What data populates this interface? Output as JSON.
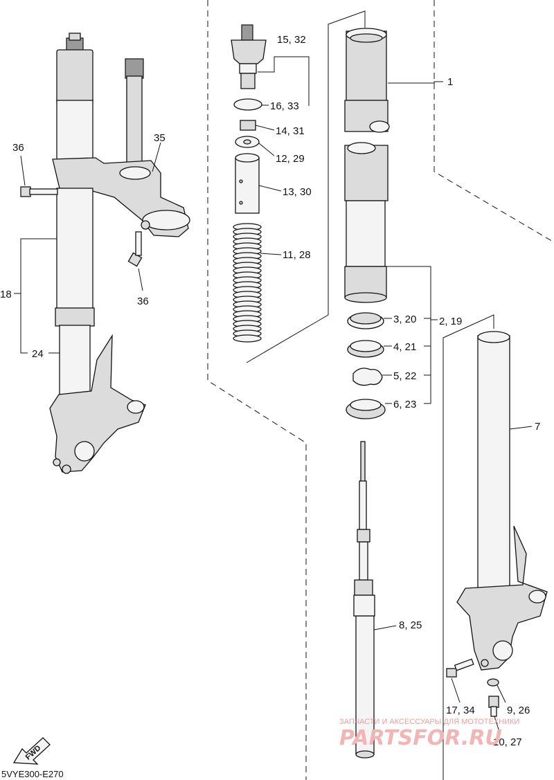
{
  "diagram_code": "5VYE300-E270",
  "fwd_label": "FWD",
  "watermark": {
    "line1": "ЗАПЧАСТИ И АКСЕССУАРЫ ДЛЯ МОТОТЕХНИКИ",
    "line2": "PARTSFOR.RU"
  },
  "callouts": {
    "c1": "1",
    "c2_19": "2, 19",
    "c3_20": "3, 20",
    "c4_21": "4, 21",
    "c5_22": "5, 22",
    "c6_23": "6, 23",
    "c7": "7",
    "c8_25": "8, 25",
    "c9_26": "9, 26",
    "c10_27": "10, 27",
    "c11_28": "11, 28",
    "c12_29": "12, 29",
    "c13_30": "13, 30",
    "c14_31": "14, 31",
    "c15_32": "15, 32",
    "c16_33": "16, 33",
    "c17_34": "17, 34",
    "c18": "18",
    "c24": "24",
    "c35": "35",
    "c36a": "36",
    "c36b": "36"
  }
}
